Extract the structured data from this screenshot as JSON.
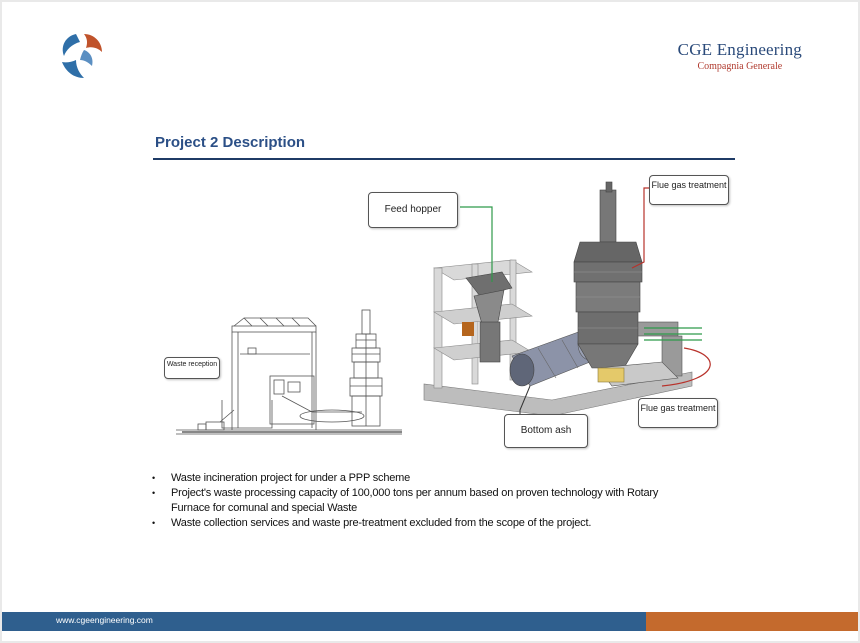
{
  "brand": {
    "name": "CGE Engineering",
    "subtitle": "Compagnia Generale",
    "colors": {
      "blue": "#2b4f86",
      "red": "#b03a2e",
      "orange": "#c46a2d"
    }
  },
  "slide": {
    "title": "Project 2  Description"
  },
  "figure": {
    "labels": {
      "waste_reception": "Waste reception",
      "feed_hopper": "Feed hopper",
      "flue_gas_treatment_top": "Flue gas treatment",
      "flue_gas_treatment_bottom": "Flue gas treatment",
      "bottom_ash": "Bottom ash"
    },
    "leader_colors": {
      "green": "#2f9a4a",
      "red": "#b8322b"
    }
  },
  "bullets": [
    "Waste incineration project for under a PPP scheme",
    "Project's waste processing capacity of 100,000 tons per annum based on proven technology with Rotary Furnace for comunal and special Waste",
    "Waste collection services and waste pre-treatment excluded from the scope  of the project."
  ],
  "footer": {
    "url": "www.cgeengineering.com"
  }
}
